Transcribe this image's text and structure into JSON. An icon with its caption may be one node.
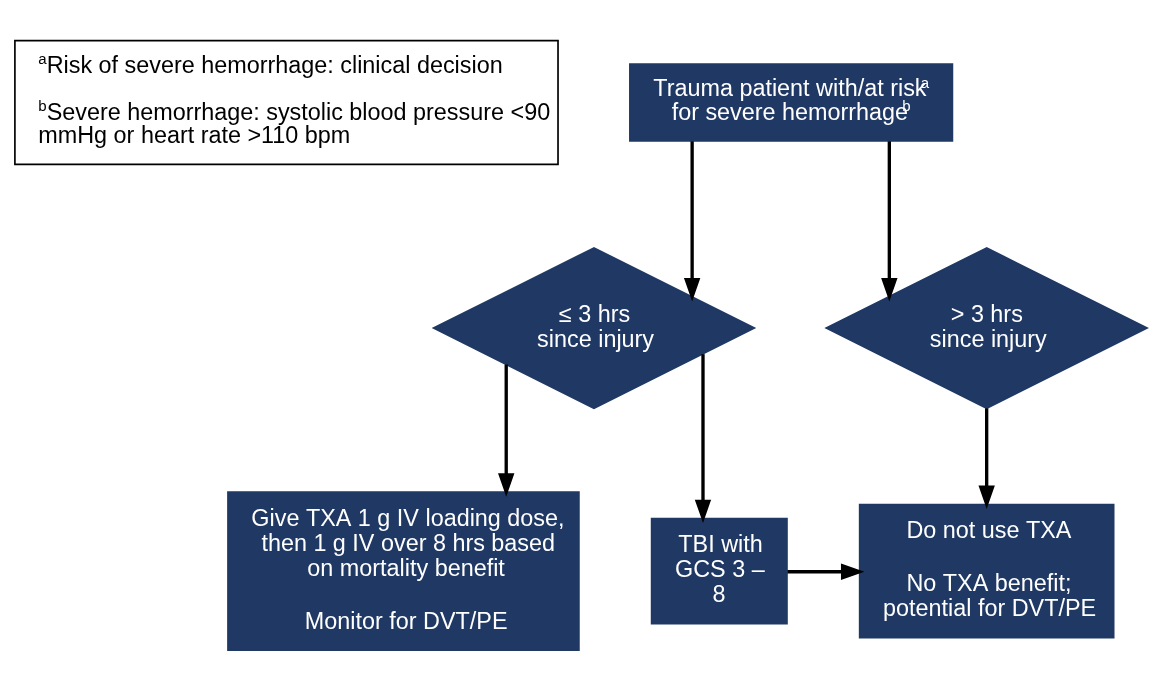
{
  "diagram": {
    "nodes": [
      {
        "text": [
          "$^{a}$Risk of severe hemorrhage: clinical decision",
          "$^{b}$Severe hemorrhage: systolic blood pressure <90 mmHg or heart rate >110 bpm"
        ]
      },
      {
        "text": [
          "Trauma patient with/at risk$^{a}$ for severe hemorrhage$^{b}$"
        ]
      },
      {
        "text": [
          "≤ 3 hrs since injury"
        ]
      },
      {
        "text": [
          "> 3 hrs since injury"
        ]
      },
      {
        "text": [
          "Give TXA 1 g IV loading dose, then 1 g IV over 8 hrs based on mortality benefit",
          "Monitor for DVT/PE"
        ]
      },
      {
        "text": [
          "TBI with GCS 3 – 8"
        ]
      },
      {
        "text": [
          "Do not use TXA",
          "No TXA benefit; potential for DVT/PE"
        ]
      }
    ],
    "edges": [
      {
        "from": 1,
        "to": 2,
        "arrow": "to"
      },
      {
        "from": 1,
        "to": 3,
        "arrow": "to"
      },
      {
        "from": 2,
        "to": 4,
        "arrow": "to"
      },
      {
        "from": 2,
        "to": 5,
        "arrow": "to"
      },
      {
        "from": 3,
        "to": 6,
        "arrow": "to"
      },
      {
        "from": 5,
        "to": 6,
        "arrow": "to"
      }
    ]
  }
}
